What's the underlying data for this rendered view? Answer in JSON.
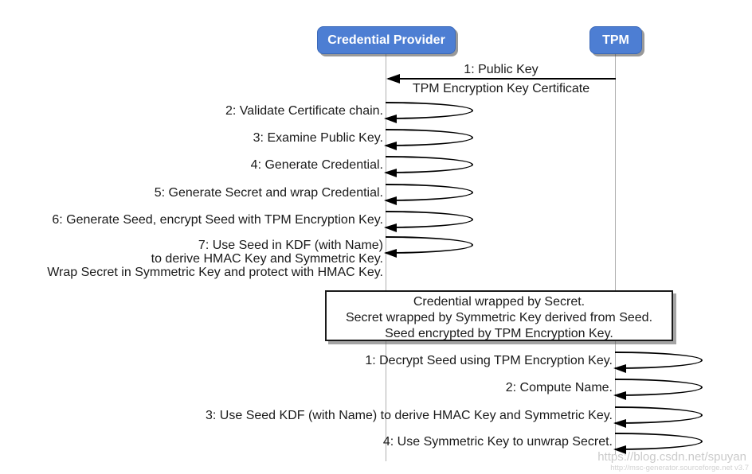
{
  "actors": {
    "left": "Credential Provider",
    "right": "TPM"
  },
  "first_message": {
    "above": "1: Public Key",
    "below": "TPM Encryption Key Certificate"
  },
  "cp_self_messages": [
    {
      "label": "2: Validate Certificate chain."
    },
    {
      "label": "3: Examine Public Key."
    },
    {
      "label": "4: Generate Credential."
    },
    {
      "label": "5: Generate Secret and wrap Credential."
    },
    {
      "label": "6: Generate Seed, encrypt Seed with TPM Encryption Key."
    },
    {
      "lines": [
        "7: Use Seed in KDF (with Name)",
        "to derive HMAC Key and Symmetric Key.",
        "Wrap Secret in Symmetric Key and protect with HMAC Key."
      ]
    }
  ],
  "note": {
    "lines": [
      "Credential wrapped by Secret.",
      "Secret wrapped by Symmetric Key derived from Seed.",
      "Seed encrypted by TPM Encryption Key."
    ]
  },
  "tpm_self_messages": [
    {
      "label": "1: Decrypt Seed using TPM Encryption Key."
    },
    {
      "label": "2: Compute Name."
    },
    {
      "label": "3: Use Seed  KDF (with Name) to derive HMAC Key and Symmetric Key."
    },
    {
      "label": "4: Use Symmetric Key to unwrap Secret."
    }
  ],
  "watermarks": {
    "primary": "https://blog.csdn.net/spuyan",
    "secondary": "http://msc-generator.sourceforge.net v3.7"
  },
  "colors": {
    "actor_fill": "#4d7ed3",
    "actor_text": "#ffffff",
    "arrow": "#000000",
    "lifeline": "#b0b0b0",
    "note_border": "#1a1a1a",
    "watermark": "#cbcbcb"
  }
}
